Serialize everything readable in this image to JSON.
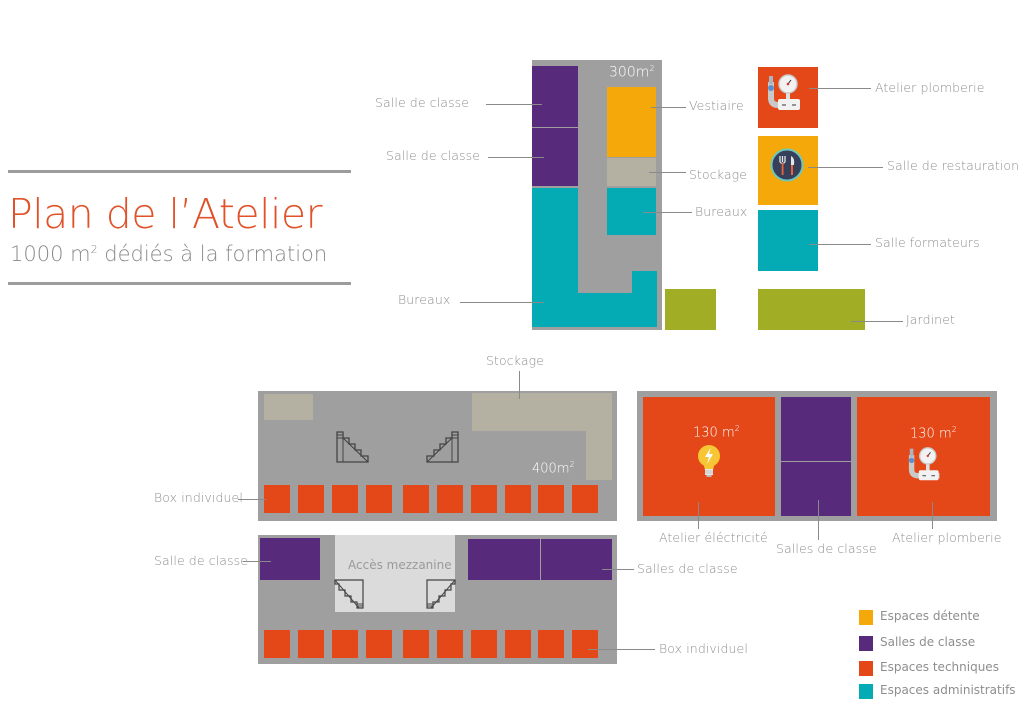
{
  "title": {
    "main": "Plan de l’Atelier",
    "subtitle_prefix": "1000 m",
    "subtitle_sup": "2",
    "subtitle_suffix": " dédiés à la formation"
  },
  "colors": {
    "detente": "#f4a80a",
    "classe": "#572a7c",
    "techniques": "#e44819",
    "administratifs": "#04aab4",
    "stockage": "#b4b1a3",
    "jardinet": "#a1ad25",
    "building": "#a09fa0",
    "title": "#e0522a"
  },
  "building_top": {
    "area": "300m",
    "area_sup": "2",
    "labels": {
      "salle_classe_1": "Salle de classe",
      "salle_classe_2": "Salle de classe",
      "bureaux_left": "Bureaux",
      "vestiaire": "Vestiaire",
      "stockage": "Stockage",
      "bureaux_right": "Bureaux"
    }
  },
  "annex": {
    "atelier_plomberie": "Atelier plomberie",
    "salle_restauration": "Salle de restauration",
    "salle_formateurs": "Salle formateurs",
    "jardinet": "Jardinet",
    "icons": [
      "plumbing-icon",
      "cutlery-icon"
    ]
  },
  "building_mid": {
    "area": "400m",
    "area_sup": "2",
    "labels": {
      "stockage": "Stockage",
      "box_individuel": "Box individuel"
    },
    "box_count": 10
  },
  "building_bottom": {
    "labels": {
      "salle_classe": "Salle de classe",
      "acces_mezzanine": "Accès mezzanine",
      "salles_classe": "Salles de classe",
      "box_individuel": "Box individuel"
    },
    "box_count": 10
  },
  "building_right": {
    "atelier_electricite": {
      "area": "130 m",
      "area_sup": "2",
      "label": "Atelier éléctricité"
    },
    "salles_classe": {
      "label": "Salles de classe"
    },
    "atelier_plomberie": {
      "area": "130 m",
      "area_sup": "2",
      "label": "Atelier plomberie"
    }
  },
  "legend": {
    "items": [
      {
        "label": "Espaces détente",
        "color": "#f4a80a"
      },
      {
        "label": "Salles de classe",
        "color": "#572a7c"
      },
      {
        "label": "Espaces techniques",
        "color": "#e44819"
      },
      {
        "label": "Espaces administratifs",
        "color": "#04aab4"
      }
    ]
  }
}
